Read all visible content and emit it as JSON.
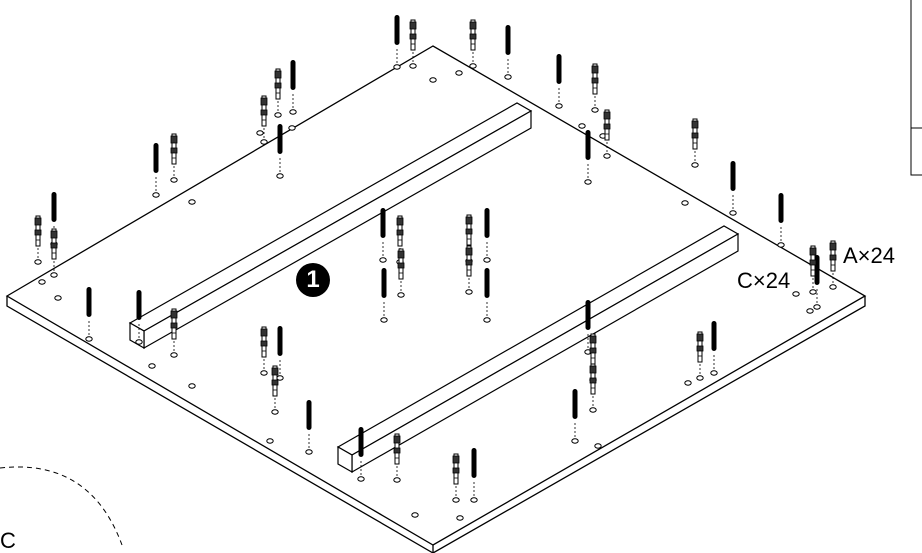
{
  "step": {
    "number": "1"
  },
  "callouts": {
    "part_a": "A×24",
    "part_c": "C×24"
  },
  "corner_label": "C",
  "colors": {
    "line": "#000000",
    "background": "#ffffff"
  }
}
